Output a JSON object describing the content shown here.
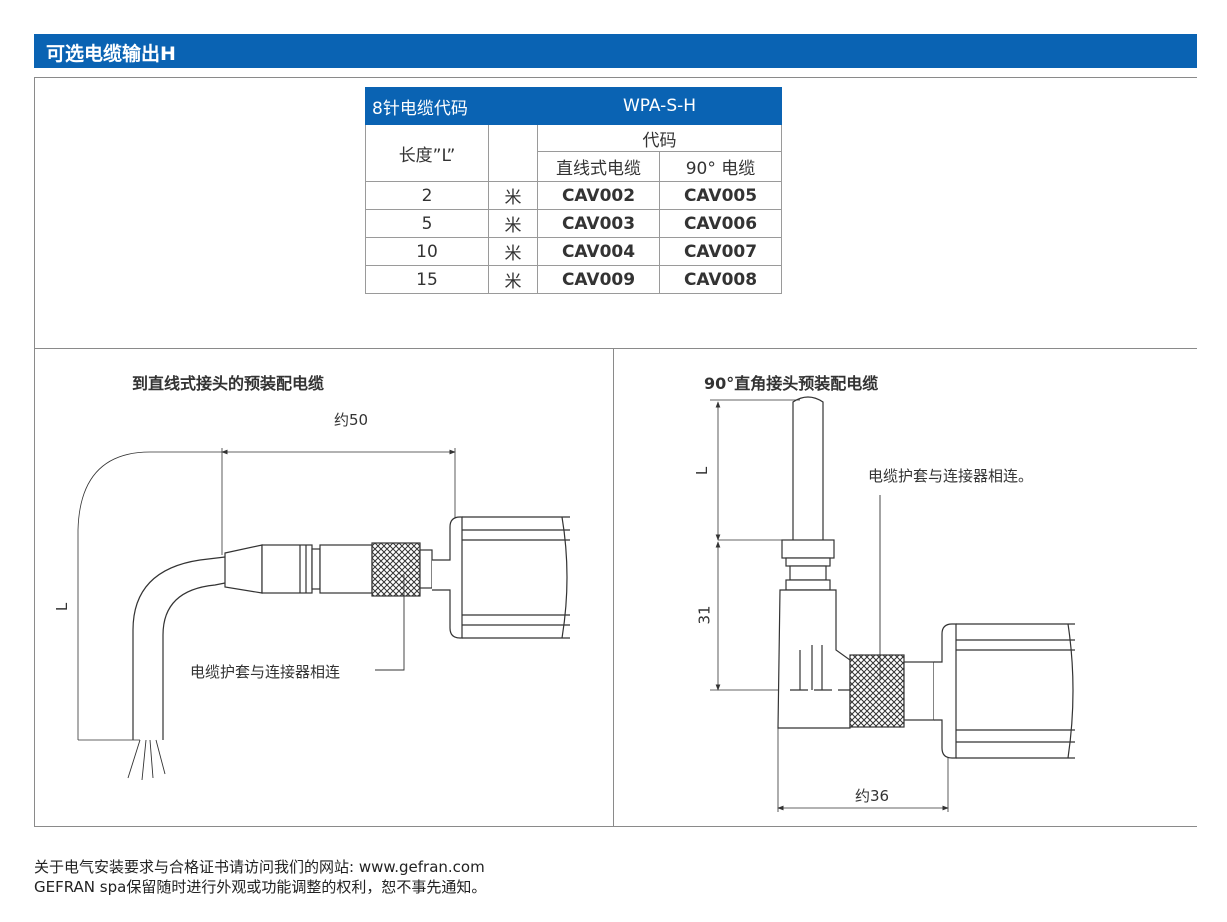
{
  "banner": {
    "title": "可选电缆输出H"
  },
  "table": {
    "header_left": "8针电缆代码",
    "header_right": "WPA-S-H",
    "length_label": "长度”L”",
    "code_label": "代码",
    "col_straight": "直线式电缆",
    "col_angle": "90° 电缆",
    "rows": [
      {
        "length": "2",
        "unit": "米",
        "straight": "CAV002",
        "angle": "CAV005"
      },
      {
        "length": "5",
        "unit": "米",
        "straight": "CAV003",
        "angle": "CAV006"
      },
      {
        "length": "10",
        "unit": "米",
        "straight": "CAV004",
        "angle": "CAV007"
      },
      {
        "length": "15",
        "unit": "米",
        "straight": "CAV009",
        "angle": "CAV008"
      }
    ]
  },
  "left_drawing": {
    "title": "到直线式接头的预装配电缆",
    "dim_top": "约50",
    "dim_side": "L",
    "callout": "电缆护套与连接器相连"
  },
  "right_drawing": {
    "title": "90°直角接头预装配电缆",
    "dim_L": "L",
    "dim_31": "31",
    "dim_bottom": "约36",
    "callout": "电缆护套与连接器相连。"
  },
  "footer": {
    "line1": "关于电气安装要求与合格证书请访问我们的网站: www.gefran.com",
    "line2": "GEFRAN spa保留随时进行外观或功能调整的权利，恕不事先通知。"
  },
  "colors": {
    "brand_blue": "#0a63b3",
    "line_gray": "#8a8a8a"
  }
}
